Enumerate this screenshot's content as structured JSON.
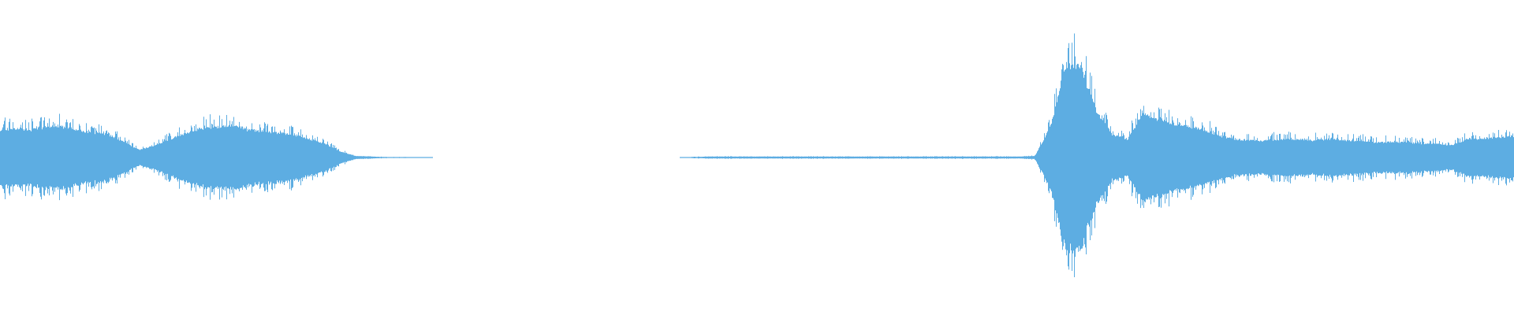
{
  "chart_data": {
    "type": "waveform",
    "title": "",
    "xlabel": "",
    "ylabel": "",
    "ylim": [
      -1,
      1
    ],
    "grid": false,
    "color": "#5dade2",
    "background": "#ffffff",
    "envelope_note_free": true,
    "envelope": [
      0.18,
      0.19,
      0.18,
      0.2,
      0.2,
      0.18,
      0.16,
      0.15,
      0.1,
      0.05,
      0.08,
      0.12,
      0.16,
      0.19,
      0.2,
      0.21,
      0.18,
      0.17,
      0.16,
      0.15,
      0.12,
      0.09,
      0.04,
      0.01,
      0.006,
      0.003,
      0.003,
      0.002,
      0,
      0,
      0,
      0,
      0,
      0,
      0,
      0,
      0,
      0,
      0,
      0,
      0,
      0,
      0,
      0,
      0,
      0.004,
      0.006,
      0.006,
      0.006,
      0.006,
      0.006,
      0.006,
      0.006,
      0.006,
      0.006,
      0.006,
      0.006,
      0.006,
      0.006,
      0.006,
      0.006,
      0.006,
      0.006,
      0.006,
      0.006,
      0.006,
      0.006,
      0.01,
      0.2,
      0.6,
      0.58,
      0.3,
      0.15,
      0.12,
      0.28,
      0.25,
      0.22,
      0.2,
      0.18,
      0.14,
      0.12,
      0.11,
      0.11,
      0.12,
      0.12,
      0.11,
      0.12,
      0.11,
      0.11,
      0.1,
      0.1,
      0.1,
      0.09,
      0.09,
      0.08,
      0.12,
      0.12,
      0.13,
      0.14
    ]
  }
}
